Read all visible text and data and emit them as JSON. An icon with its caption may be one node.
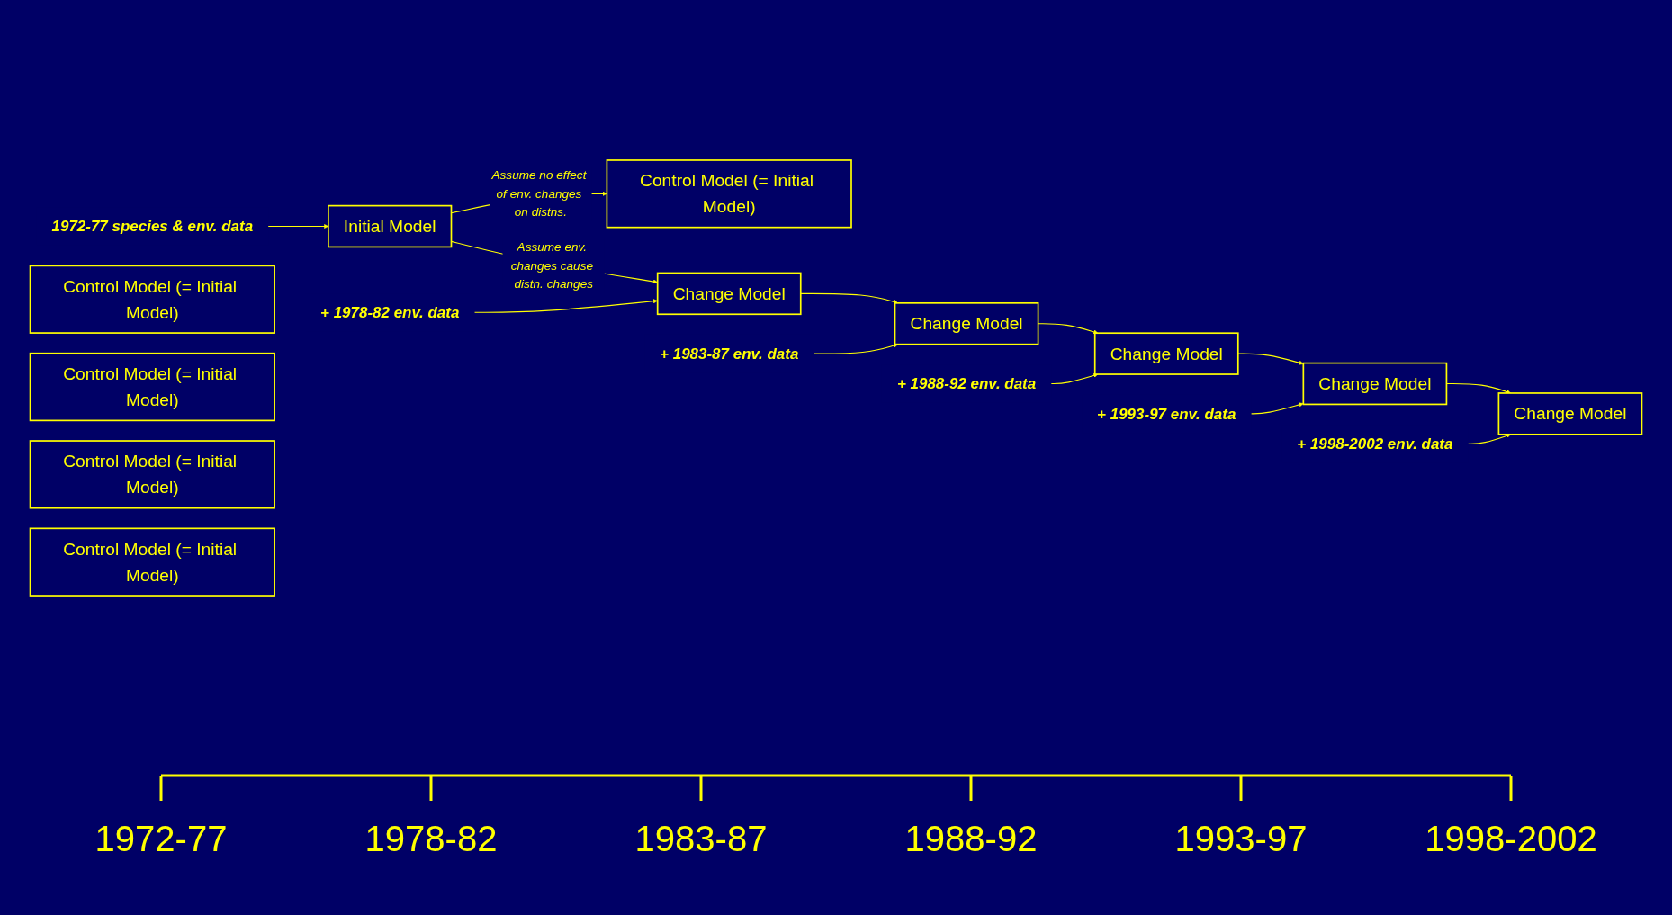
{
  "diagram": {
    "nodes": [
      {
        "text": [
          "Initial Model"
        ]
      },
      {
        "text": [
          "1972-77 species & env. data"
        ]
      },
      {
        "text": [
          "Control Model (= Initial Model)"
        ]
      },
      {
        "text": [
          "Control Model (= Initial Model)"
        ]
      },
      {
        "text": [
          "Control Model (= Initial Model)"
        ]
      },
      {
        "text": [
          "Control Model (= Initial Model)"
        ]
      },
      {
        "text": [
          "Control Model (= Initial Model)"
        ]
      },
      {
        "text": [
          "Change Model"
        ]
      },
      {
        "text": [
          "Change Model"
        ]
      },
      {
        "text": [
          "Change Model"
        ]
      },
      {
        "text": [
          "Change Model"
        ]
      },
      {
        "text": [
          "Change Model"
        ]
      },
      {
        "text": [
          "+ 1978-82 env. data"
        ]
      },
      {
        "text": [
          "+ 1983-87 env. data"
        ]
      },
      {
        "text": [
          "+ 1988-92 env. data"
        ]
      },
      {
        "text": [
          "+ 1993-97 env. data"
        ]
      },
      {
        "text": [
          "+ 1998-2002 env. data"
        ]
      }
    ],
    "edges": [
      {
        "from": 1,
        "to": 0,
        "arrow": "to"
      },
      {
        "from": 0,
        "to": 2,
        "arrow": "to",
        "label": "Assume no effect of env. changes on distns."
      },
      {
        "from": 0,
        "to": 7,
        "arrow": "to",
        "label": "Assume env. changes cause distn. changes"
      },
      {
        "from": 7,
        "to": 8,
        "arrow": "to"
      },
      {
        "from": 8,
        "to": 9,
        "arrow": "to"
      },
      {
        "from": 9,
        "to": 10,
        "arrow": "to"
      },
      {
        "from": 10,
        "to": 11,
        "arrow": "to"
      },
      {
        "from": 12,
        "to": 7,
        "arrow": "to"
      },
      {
        "from": 13,
        "to": 8,
        "arrow": "to"
      },
      {
        "from": 14,
        "to": 9,
        "arrow": "to"
      },
      {
        "from": 15,
        "to": 10,
        "arrow": "to"
      },
      {
        "from": 16,
        "to": 11,
        "arrow": "to"
      }
    ],
    "labels": [
      "1972-77",
      "1978-82",
      "1983-87",
      "1988-92",
      "1993-97",
      "1998-2002"
    ]
  }
}
